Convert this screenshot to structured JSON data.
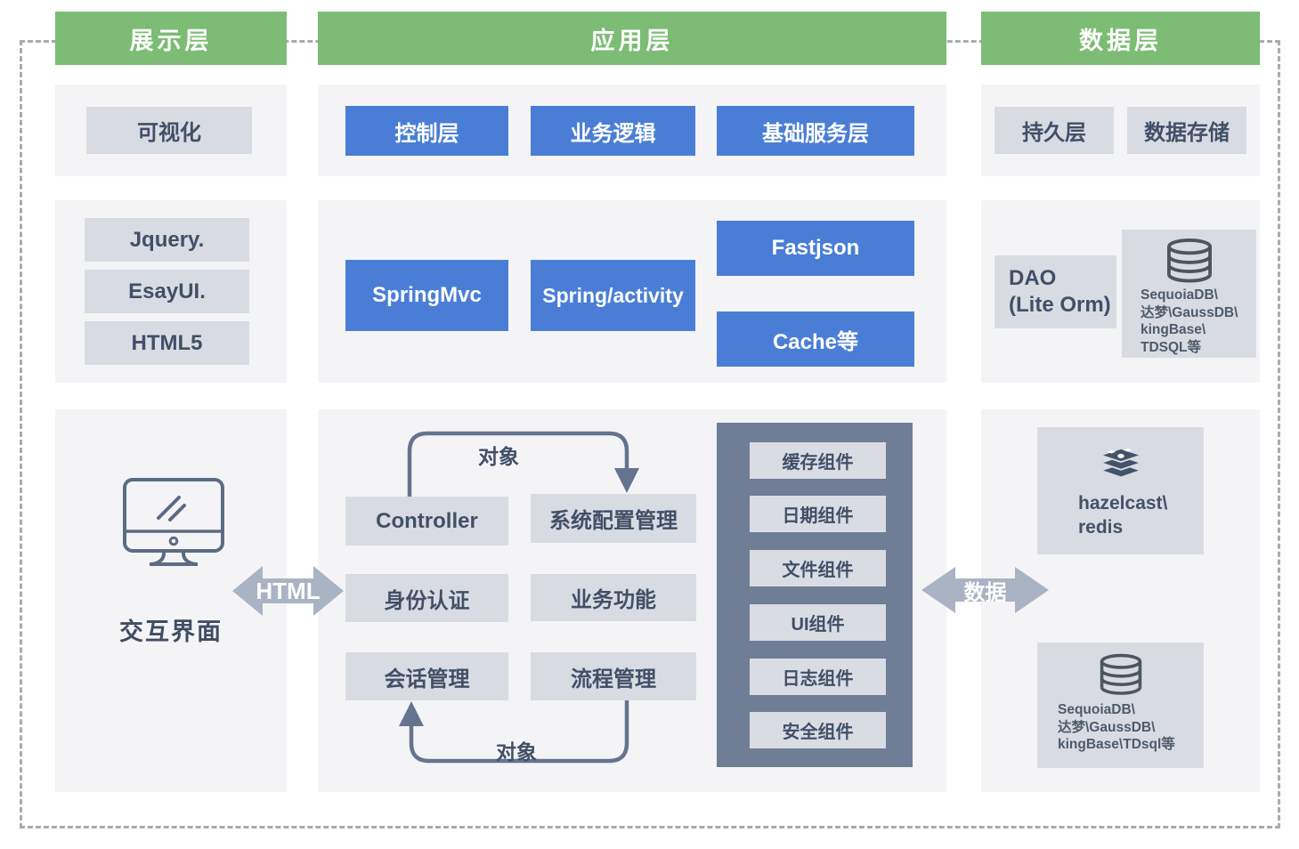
{
  "layers": {
    "presentation": {
      "header": "展示层",
      "visualization": "可视化",
      "techs": [
        "Jquery.",
        "EsayUI.",
        "HTML5"
      ],
      "interface_label": "交互界面"
    },
    "application": {
      "header": "应用层",
      "tiers": [
        "控制层",
        "业务逻辑",
        "基础服务层"
      ],
      "frameworks": [
        "SpringMvc",
        "Spring/activity",
        "Fastjson",
        "Cache等"
      ],
      "flow": {
        "object_label_top": "对象",
        "object_label_bottom": "对象",
        "boxes": [
          "Controller",
          "系统配置管理",
          "身份认证",
          "业务功能",
          "会话管理",
          "流程管理"
        ]
      },
      "components": [
        "缓存组件",
        "日期组件",
        "文件组件",
        "UI组件",
        "日志组件",
        "安全组件"
      ]
    },
    "data": {
      "header": "数据层",
      "persistence": "持久层",
      "storage": "数据存储",
      "dao": "DAO\n(Lite Orm)",
      "db_group_top": "SequoiaDB\\\n达梦\\GaussDB\\\nkingBase\\\nTDSQL等",
      "cache_store": "hazelcast\\\nredis",
      "db_group_bottom": "SequoiaDB\\\n达梦\\GaussDB\\\nkingBase\\TDsql等"
    }
  },
  "connectors": {
    "html_arrow": "HTML",
    "data_arrow": "数据"
  },
  "icons": [
    "monitor-icon",
    "database-icon",
    "redis-stack-icon",
    "double-arrow-icon"
  ],
  "colors": {
    "header_green": "#7cbc74",
    "button_blue": "#4a7ed6",
    "panel_gray": "#f4f4f6",
    "pill_gray": "#d8dce2",
    "dark_panel": "#6f7d96",
    "connector_gray": "#a9b3c3",
    "flow_stroke": "#66738f",
    "text_dark": "#414f68"
  }
}
